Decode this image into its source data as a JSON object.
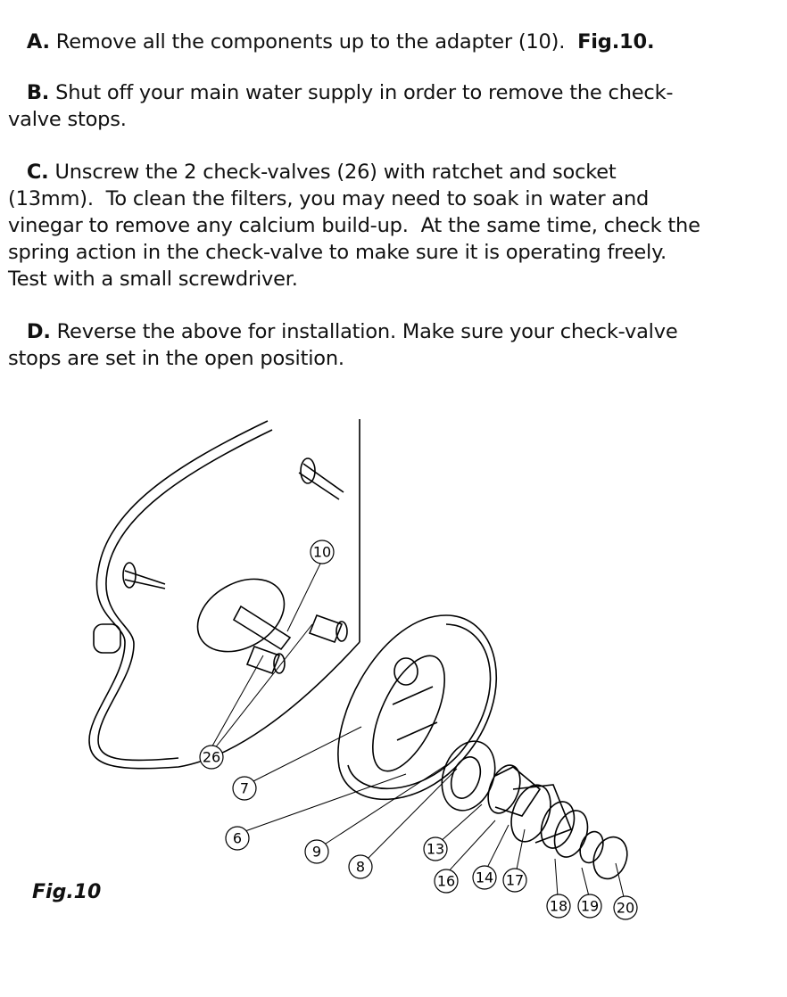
{
  "steps": [
    {
      "label": "A.",
      "lines": [
        " Remove all the components up to the adapter (10).  ",
        "Fig.10."
      ]
    },
    {
      "label": "B.",
      "lines": [
        " Shut off your main water supply in order to remove the check-",
        "valve stops."
      ]
    },
    {
      "label": "C.",
      "lines": [
        " Unscrew the 2 check-valves (26) with ratchet and socket",
        "(13mm).  To clean the filters, you may need to soak in water and",
        "vinegar to remove any calcium build-up.  At the same time, check the",
        "spring action in the check-valve to make sure it is operating freely.",
        "Test with a small screwdriver."
      ]
    },
    {
      "label": "D.",
      "lines": [
        " Reverse the above for installation. Make sure your check-valve",
        "stops are set in the open position."
      ]
    }
  ],
  "figure": {
    "caption": "Fig.10",
    "callouts": [
      "10",
      "26",
      "7",
      "6",
      "9",
      "8",
      "13",
      "16",
      "14",
      "17",
      "18",
      "19",
      "20"
    ]
  }
}
